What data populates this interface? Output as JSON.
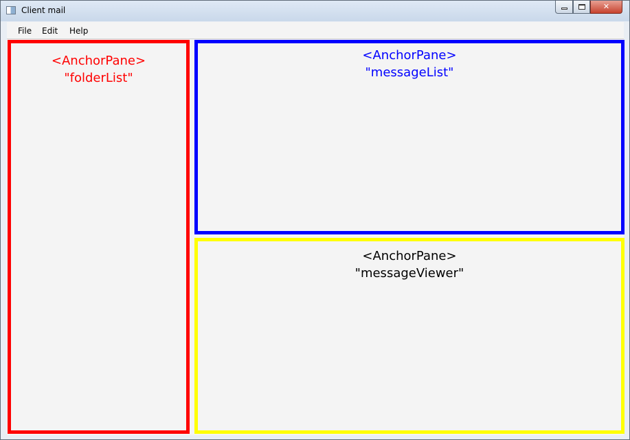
{
  "window": {
    "title": "Client mail",
    "close_glyph": "✕"
  },
  "menu": [
    "File",
    "Edit",
    "Help"
  ],
  "panes": {
    "folder_list": {
      "type_label": "<AnchorPane>",
      "id_label": "\"folderList\"",
      "color": "#ff0000"
    },
    "message_list": {
      "type_label": "<AnchorPane>",
      "id_label": "\"messageList\"",
      "color": "#0000ff"
    },
    "message_viewer": {
      "type_label": "<AnchorPane>",
      "id_label": "\"messageViewer\"",
      "color": "#ffff00"
    }
  },
  "icons": {
    "app": "app-window-icon",
    "minimize": "minimize-icon",
    "maximize": "maximize-icon",
    "close": "close-icon"
  }
}
